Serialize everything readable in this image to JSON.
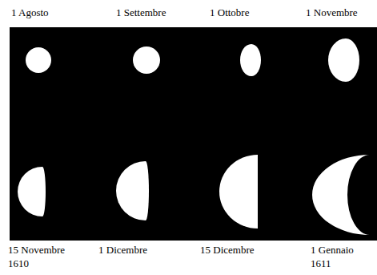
{
  "diagram": {
    "labels": [
      "1 Agosto",
      "1 Settembre",
      "1 Ottobre",
      "1 Novembre",
      "15 Novembre",
      "1 Dicembre",
      "15 Dicembre",
      "1 Gennaio",
      "1610",
      "1611"
    ]
  }
}
